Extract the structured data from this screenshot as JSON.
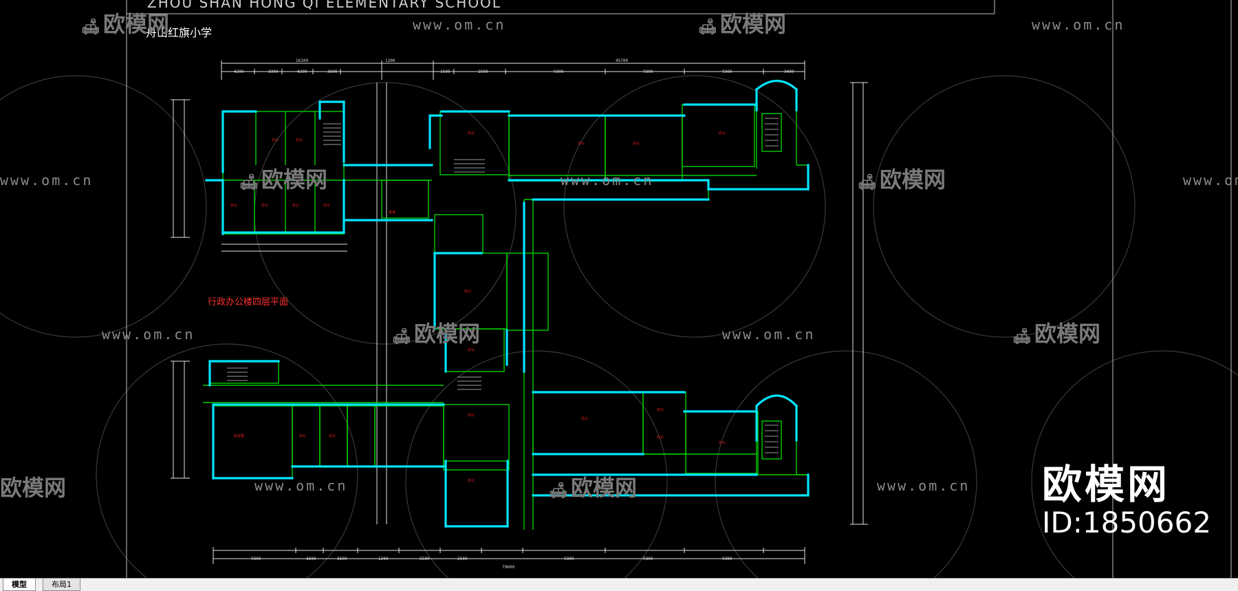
{
  "drawing": {
    "title_en": "ZHOU SHAN HONG QI ELEMENTARY SCHOOL",
    "title_cn": "舟山红旗小学",
    "plan_label": "行政办公楼四层平面",
    "colors": {
      "wall": "#00e5ff",
      "line": "#00d000",
      "dim": "#ffffff",
      "text": "#ff2020",
      "bg": "#000000"
    }
  },
  "watermarks": {
    "url": "www.om.cn",
    "brand": "欧模网",
    "sofa_icon": "sofa-icon"
  },
  "brand_overlay": {
    "name": "欧模网",
    "id": "ID:1850662"
  },
  "layout_tabs": [
    {
      "label": "模型",
      "active": true
    },
    {
      "label": "布局1",
      "active": false
    }
  ]
}
